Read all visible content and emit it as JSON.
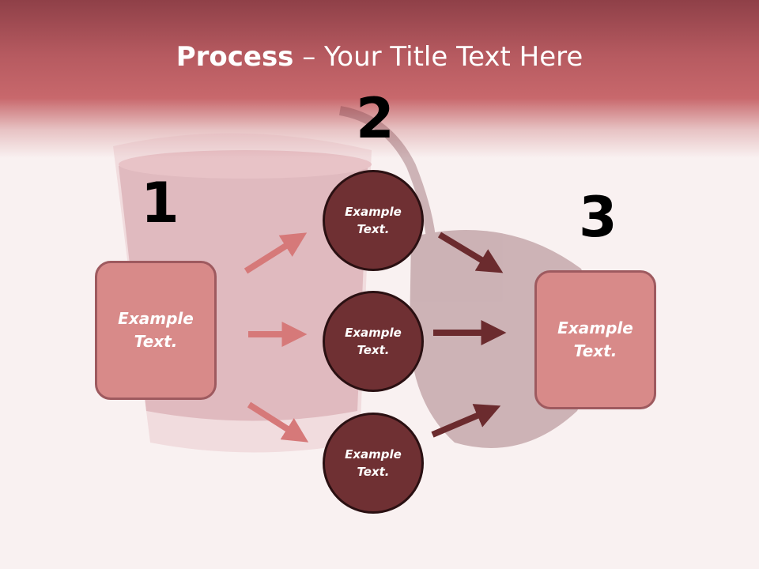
{
  "slide": {
    "title_bold": "Process",
    "title_rest": " – Your Title Text Here"
  },
  "steps": [
    {
      "number": "1",
      "box_text": "Example Text."
    },
    {
      "number": "2",
      "circles": [
        "Example Text.",
        "Example Text.",
        "Example Text."
      ]
    },
    {
      "number": "3",
      "box_text": "Example Text."
    }
  ],
  "colors": {
    "header": "#c8686c",
    "box_fill": "#d88a89",
    "circle_fill": "#6f3033",
    "arrow_light": "#d67979",
    "arrow_dark": "#6b2b2e"
  }
}
